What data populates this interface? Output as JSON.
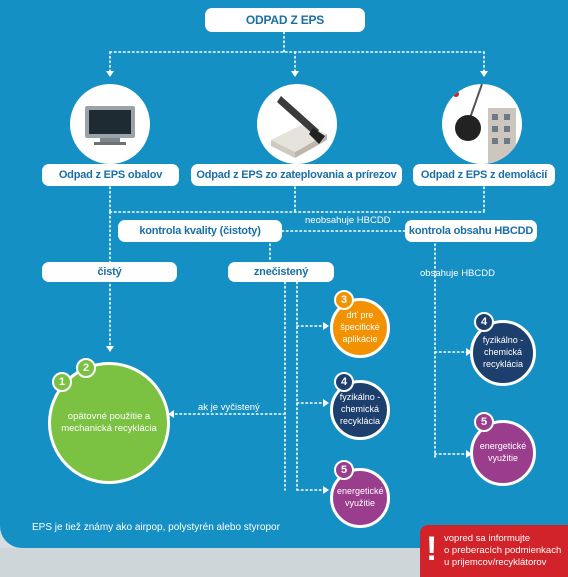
{
  "title": "ODPAD Z EPS",
  "sources": [
    {
      "label": "Odpad z EPS obalov",
      "icon": "monitor-icon"
    },
    {
      "label": "Odpad z EPS zo zateplovania a prírezov",
      "icon": "saw-icon"
    },
    {
      "label": "Odpad z EPS z demolácií",
      "icon": "wrecking-ball-icon"
    }
  ],
  "quality_check": "kontrola kvality (čistoty)",
  "hbcd_check": "kontrola obsahu HBCDD",
  "no_hbcd_label": "neobsahuje HBCDD",
  "contains_hbcd_label": "obsahuje HBCDD",
  "clean": "čistý",
  "contaminated": "znečistený",
  "if_cleaned_label": "ak je vyčistený",
  "recycle": {
    "num1": "1",
    "num2": "2",
    "text": "opätovné použitie a mechanická recyklácia",
    "color": "#7cc242"
  },
  "grind": {
    "num": "3",
    "text": "drť pre špecifické aplikácie",
    "color": "#f39200"
  },
  "chem_mid": {
    "num": "4",
    "text": "fyzikálno -chemická recyklácia",
    "color": "#1d3f6e"
  },
  "energy_mid": {
    "num": "5",
    "text": "energetické využitie",
    "color": "#9b3d8d"
  },
  "chem_right": {
    "num": "4",
    "text": "fyzikálno -chemická recyklácia",
    "color": "#1d3f6e"
  },
  "energy_right": {
    "num": "5",
    "text": "energetické využitie",
    "color": "#9b3d8d"
  },
  "footnote": "EPS je tiež známy ako airpop, polystyrén alebo styropor",
  "warning": {
    "mark": "!",
    "text": "vopred sa informujte\no preberacích podmienkach\nu prijemcov/recyklátorov",
    "color": "#d2232a"
  }
}
